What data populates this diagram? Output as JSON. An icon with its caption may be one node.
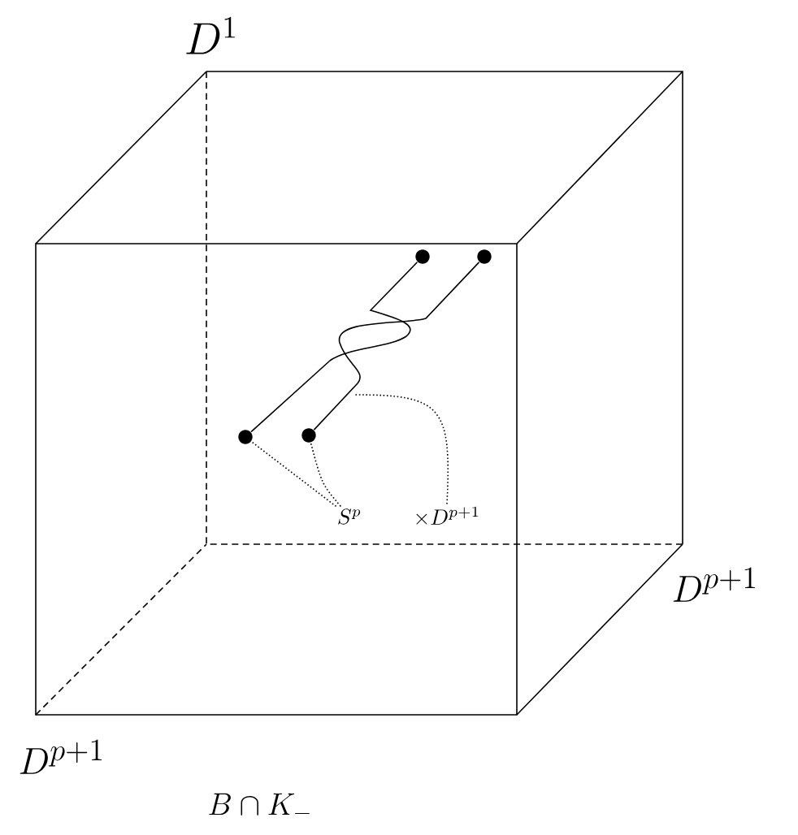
{
  "diagram": {
    "nodes": [
      {
        "text": [],
        "shape": "circle"
      },
      {
        "text": [],
        "shape": "circle"
      },
      {
        "text": [],
        "shape": "circle"
      },
      {
        "text": [],
        "shape": "circle"
      },
      {
        "text": [
          "S^{p}"
        ]
      },
      {
        "text": [
          "\\times D^{p+1}"
        ]
      }
    ],
    "edges": [
      {
        "from": 0,
        "to": 2,
        "arrow": "none"
      },
      {
        "from": 1,
        "to": 3,
        "arrow": "none"
      },
      {
        "from": 4,
        "to": 2,
        "arrow": "none",
        "style": "dashed"
      },
      {
        "from": 4,
        "to": 3,
        "arrow": "none",
        "style": "dashed"
      },
      {
        "from": 5,
        "to": null,
        "arrow": "none",
        "style": "dashed"
      }
    ],
    "labels": [
      "D^1",
      "D^{p+1}",
      "D^{p+1}",
      "B\\cap K_-"
    ]
  }
}
